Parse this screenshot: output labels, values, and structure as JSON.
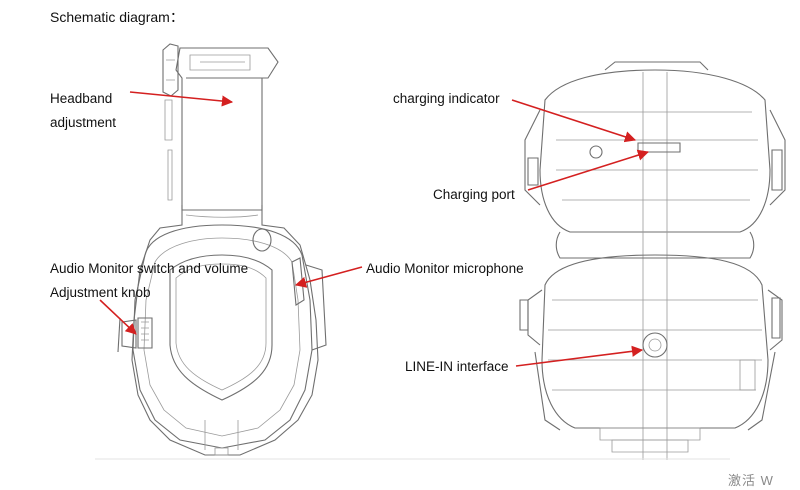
{
  "title": "Schematic diagram：",
  "labels": {
    "headband_line1": "Headband",
    "headband_line2": "adjustment",
    "monitor_switch_line1": "Audio Monitor switch and volume",
    "monitor_switch_line2": "Adjustment knob",
    "charging_indicator": "charging indicator",
    "charging_port": "Charging port",
    "monitor_microphone": "Audio Monitor microphone",
    "line_in": "LINE-IN interface"
  },
  "watermark": "激活 W",
  "colors": {
    "arrow": "#d42020",
    "outline": "#6f6f6f"
  }
}
